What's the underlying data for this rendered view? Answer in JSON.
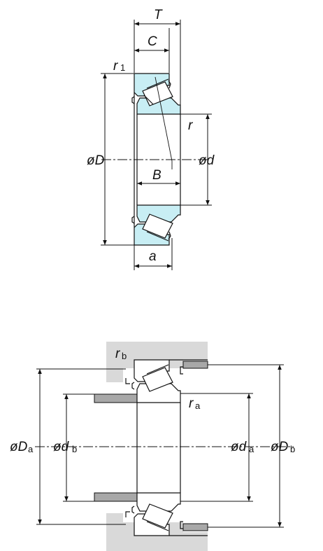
{
  "top_view": {
    "labels": {
      "T": "T",
      "C": "C",
      "r1_main": "r",
      "r1_sub": "1",
      "r": "r",
      "D": "øD",
      "d": "ød",
      "B": "B",
      "a": "a"
    },
    "colors": {
      "ring_fill": "#c8eef4",
      "line": "#111111"
    }
  },
  "bottom_view": {
    "labels": {
      "rb_main": "r",
      "rb_sub": "b",
      "ra_main": "r",
      "ra_sub": "a",
      "Da_main": "øD",
      "Da_sub": "a",
      "db_main": "ød",
      "db_sub": "b",
      "da_main": "ød",
      "da_sub": "a",
      "Db_main": "øD",
      "Db_sub": "b"
    },
    "colors": {
      "housing_fill": "#d9d9d9",
      "shaft_fill": "#a8a8a8",
      "line": "#111111"
    }
  }
}
